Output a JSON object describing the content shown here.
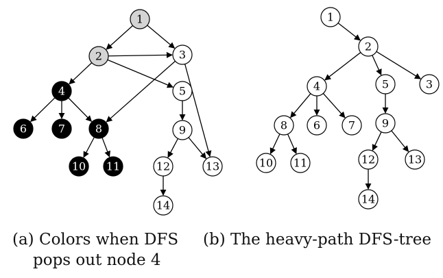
{
  "colors": {
    "white_fill": "#ffffff",
    "gray_fill": "#d4d4d4",
    "black_fill": "#000000",
    "stroke": "#000000"
  },
  "diagram_a": {
    "caption_line1": "(a) Colors when DFS",
    "caption_line2": "pops out node 4",
    "nodes": [
      {
        "id": "1",
        "label": "1",
        "fill": "gray"
      },
      {
        "id": "2",
        "label": "2",
        "fill": "gray"
      },
      {
        "id": "3",
        "label": "3",
        "fill": "white"
      },
      {
        "id": "4",
        "label": "4",
        "fill": "black"
      },
      {
        "id": "5",
        "label": "5",
        "fill": "white"
      },
      {
        "id": "6",
        "label": "6",
        "fill": "black"
      },
      {
        "id": "7",
        "label": "7",
        "fill": "black"
      },
      {
        "id": "8",
        "label": "8",
        "fill": "black"
      },
      {
        "id": "9",
        "label": "9",
        "fill": "white"
      },
      {
        "id": "10",
        "label": "10",
        "fill": "black"
      },
      {
        "id": "11",
        "label": "11",
        "fill": "black"
      },
      {
        "id": "12",
        "label": "12",
        "fill": "white"
      },
      {
        "id": "13",
        "label": "13",
        "fill": "white"
      },
      {
        "id": "14",
        "label": "14",
        "fill": "white"
      }
    ],
    "edges": [
      [
        "1",
        "2"
      ],
      [
        "1",
        "3"
      ],
      [
        "2",
        "3"
      ],
      [
        "2",
        "4"
      ],
      [
        "2",
        "5"
      ],
      [
        "3",
        "8"
      ],
      [
        "3",
        "13"
      ],
      [
        "4",
        "6"
      ],
      [
        "4",
        "7"
      ],
      [
        "4",
        "8"
      ],
      [
        "5",
        "9"
      ],
      [
        "8",
        "10"
      ],
      [
        "8",
        "11"
      ],
      [
        "9",
        "12"
      ],
      [
        "9",
        "13"
      ],
      [
        "12",
        "14"
      ]
    ]
  },
  "diagram_b": {
    "caption": "(b) The heavy-path DFS-tree",
    "nodes": [
      {
        "id": "1",
        "label": "1"
      },
      {
        "id": "2",
        "label": "2"
      },
      {
        "id": "3",
        "label": "3"
      },
      {
        "id": "4",
        "label": "4"
      },
      {
        "id": "5",
        "label": "5"
      },
      {
        "id": "6",
        "label": "6"
      },
      {
        "id": "7",
        "label": "7"
      },
      {
        "id": "8",
        "label": "8"
      },
      {
        "id": "9",
        "label": "9"
      },
      {
        "id": "10",
        "label": "10"
      },
      {
        "id": "11",
        "label": "11"
      },
      {
        "id": "12",
        "label": "12"
      },
      {
        "id": "13",
        "label": "13"
      },
      {
        "id": "14",
        "label": "14"
      }
    ],
    "edges": [
      [
        "1",
        "2"
      ],
      [
        "2",
        "4"
      ],
      [
        "2",
        "5"
      ],
      [
        "2",
        "3"
      ],
      [
        "4",
        "8"
      ],
      [
        "4",
        "6"
      ],
      [
        "4",
        "7"
      ],
      [
        "5",
        "9"
      ],
      [
        "8",
        "10"
      ],
      [
        "8",
        "11"
      ],
      [
        "9",
        "12"
      ],
      [
        "9",
        "13"
      ],
      [
        "12",
        "14"
      ]
    ]
  }
}
